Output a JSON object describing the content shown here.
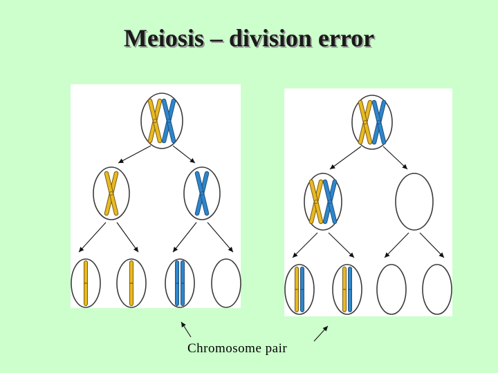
{
  "title": "Meiosis – division error",
  "caption": "Chromosome pair",
  "colors": {
    "background": "#ccffcc",
    "panel": "#ffffff",
    "chromosome_yellow": "#e8b923",
    "chromosome_blue": "#2f86c9",
    "chromosome_outline": "#7a5a10",
    "chromosome_outline_blue": "#1d4f80",
    "cell_outline": "#3a3a3a",
    "arrow": "#111111"
  },
  "diagrams": [
    {
      "id": "normal-division",
      "parent": {
        "contents": [
          "yellow-x",
          "blue-x"
        ]
      },
      "daughters": [
        {
          "contents": [
            "yellow-x"
          ]
        },
        {
          "contents": [
            "blue-x"
          ]
        }
      ],
      "gametes": [
        {
          "contents": [
            "yellow-single"
          ]
        },
        {
          "contents": [
            "yellow-single"
          ]
        },
        {
          "contents": [
            "blue-single",
            "blue-single"
          ]
        },
        {
          "contents": []
        }
      ]
    },
    {
      "id": "nondisjunction",
      "parent": {
        "contents": [
          "yellow-x",
          "blue-x"
        ]
      },
      "daughters": [
        {
          "contents": [
            "yellow-x",
            "blue-x"
          ]
        },
        {
          "contents": []
        }
      ],
      "gametes": [
        {
          "contents": [
            "yellow-single",
            "blue-single"
          ]
        },
        {
          "contents": [
            "yellow-single",
            "blue-single"
          ]
        },
        {
          "contents": []
        },
        {
          "contents": []
        }
      ]
    }
  ]
}
